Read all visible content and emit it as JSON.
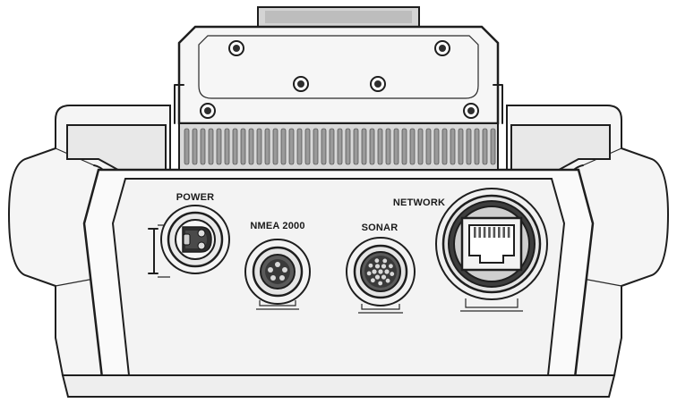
{
  "ports": {
    "power": "POWER",
    "nmea2000": "NMEA 2000",
    "sonar": "SONAR",
    "network": "NETWORK"
  },
  "colors": {
    "outline": "#1e1e1e",
    "body_fill": "#f7f7f7",
    "shade": "#dcdcdc",
    "dark": "#3a3a3a"
  },
  "icons": {
    "power": "power-connector-icon",
    "nmea2000": "nmea-connector-icon",
    "sonar": "sonar-connector-icon",
    "network": "rj45-network-icon"
  }
}
